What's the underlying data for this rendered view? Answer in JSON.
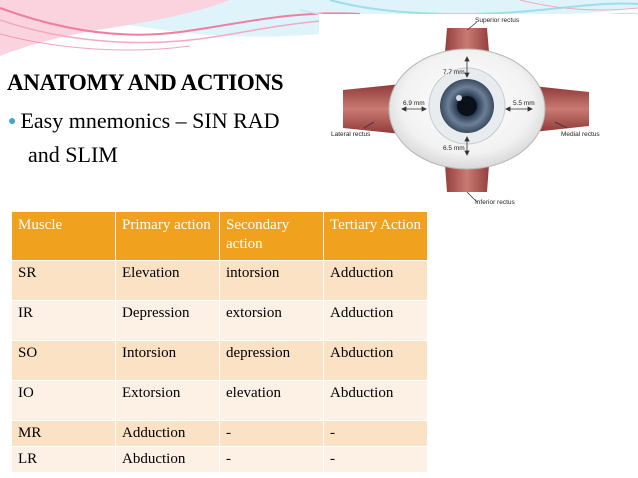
{
  "slide": {
    "title": "ANATOMY AND ACTIONS",
    "bullet_line1": "Easy mnemonics – SIN RAD",
    "bullet_line2": "and SLIM"
  },
  "figure": {
    "labels": {
      "superior": "Superior rectus",
      "inferior": "Inferior rectus",
      "lateral": "Lateral rectus",
      "medial": "Medial rectus",
      "d_sr": "7.7 mm",
      "d_lr": "6.9 mm",
      "d_mr": "5.5 mm",
      "d_ir": "6.5 mm"
    }
  },
  "table": {
    "headers": [
      "Muscle",
      "Primary action",
      "Secondary action",
      "Tertiary Action"
    ],
    "rows": [
      [
        "SR",
        "Elevation",
        "intorsion",
        "Adduction"
      ],
      [
        "IR",
        "Depression",
        "extorsion",
        "Adduction"
      ],
      [
        "SO",
        "Intorsion",
        "depression",
        "Abduction"
      ],
      [
        "IO",
        "Extorsion",
        "elevation",
        "Abduction"
      ],
      [
        "MR",
        "Adduction",
        "-",
        "-"
      ],
      [
        "LR",
        "Abduction",
        "-",
        "-"
      ]
    ]
  },
  "colors": {
    "header_bg": "#f0a11d",
    "row_odd": "#fbe2c5",
    "row_even": "#fdf1e5",
    "bullet": "#3fa9c9",
    "wave_pink": "#ee7fa0",
    "wave_blue": "#9fdcec"
  }
}
